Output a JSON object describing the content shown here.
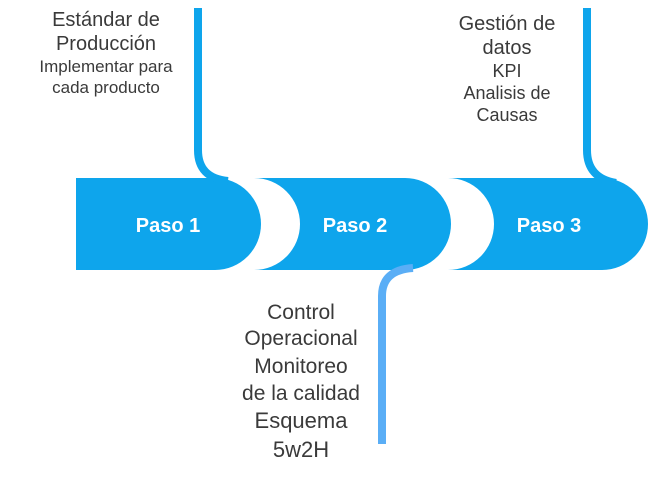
{
  "colors": {
    "arrow": "#0EA5EC",
    "connector_top": "#0EA5EC",
    "connector_bottom": "#5AAEF6",
    "step_text": "#FFFFFF",
    "label_text": "#3A3A3A"
  },
  "steps": [
    {
      "label": "Paso 1"
    },
    {
      "label": "Paso 2"
    },
    {
      "label": "Paso 3"
    }
  ],
  "step1_info": {
    "title_line1": "Estándar de",
    "title_line2": "Producción",
    "detail_line1": "Implementar para",
    "detail_line2": "cada producto"
  },
  "step2_info": {
    "title_line1": "Control",
    "title_line2": "Operacional",
    "detail_line1": "Monitoreo",
    "detail_line2": "de la calidad",
    "detail_line3": "Esquema",
    "detail_line4": "5w2H"
  },
  "step3_info": {
    "title_line1": "Gestión de",
    "title_line2": "datos",
    "detail_line1": "KPI",
    "detail_line2": "Analisis de",
    "detail_line3": "Causas"
  }
}
